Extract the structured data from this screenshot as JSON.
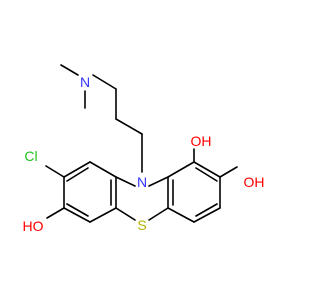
{
  "molecule": {
    "atom_labels": {
      "n_dimethyl": "N",
      "n_ring": "N",
      "s_ring": "S",
      "cl": "Cl",
      "oh_1": "OH",
      "oh_2": "OH",
      "oh_7": "HO"
    },
    "colors": {
      "bond": "#000000",
      "nitrogen": "#3333ff",
      "oxygen": "#ff0000",
      "sulfur": "#b2b200",
      "chlorine": "#1fbf1f",
      "background": "#ffffff"
    }
  }
}
